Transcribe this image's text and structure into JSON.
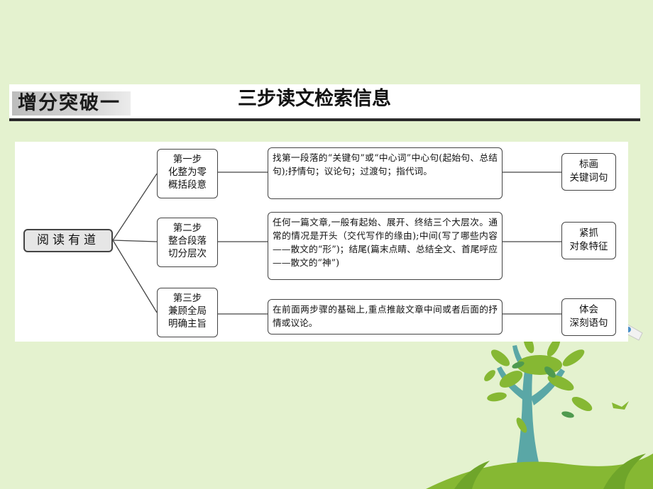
{
  "header": {
    "tag": "增分突破一",
    "title": "三步读文检索信息"
  },
  "diagram": {
    "root": "阅读有道",
    "steps": [
      {
        "lines": [
          "第一步",
          "化整为零",
          "概括段意"
        ],
        "description": "找第一段落的“关键句”或“中心词”中心句(起始句、总结句);抒情句；议论句；过渡句；指代词。",
        "result": [
          "标画",
          "关键词句"
        ]
      },
      {
        "lines": [
          "第二步",
          "整合段落",
          "切分层次"
        ],
        "description": "任何一篇文章,一般有起始、展开、终结三个大层次。通常的情况是开头（交代写作的缘由);中间(写了哪些内容——散文的“形”)；结尾(篇末点睛、总结全文、首尾呼应——散文的“神”)",
        "result": [
          "紧抓",
          "对象特征"
        ]
      },
      {
        "lines": [
          "第三步",
          "兼顾全局",
          "明确主旨"
        ],
        "description": "在前面两步骤的基础上,重点推敲文章中间或者后面的抒情或议论。",
        "result": [
          "体会",
          "深刻语句"
        ]
      }
    ]
  },
  "colors": {
    "background": "#e4f2cf",
    "tree_trunk": "#5aa7a6",
    "tree_leaves": "#86b833"
  }
}
